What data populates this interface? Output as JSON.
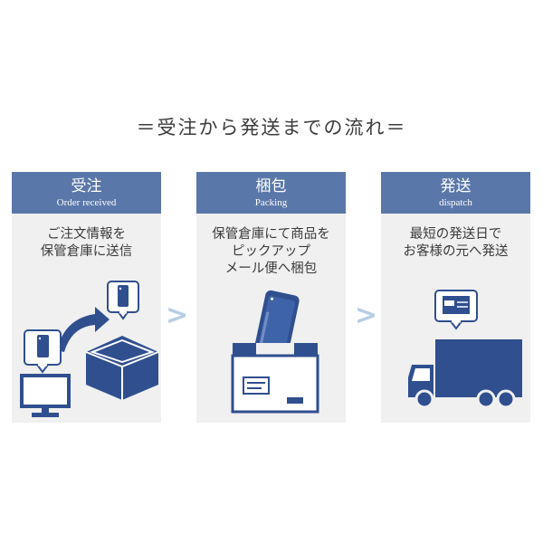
{
  "title": "＝受注から発送までの流れ＝",
  "steps": [
    {
      "name": "受注",
      "name_en": "Order received",
      "desc": [
        "ご注文情報を",
        "保管倉庫に送信"
      ]
    },
    {
      "name": "梱包",
      "name_en": "Packing",
      "desc": [
        "保管倉庫にて商品を",
        "ピックアップ",
        "メール便へ梱包"
      ]
    },
    {
      "name": "発送",
      "name_en": "dispatch",
      "desc": [
        "最短の発送日で",
        "お客様の元へ発送"
      ]
    }
  ],
  "arrows": [
    ">",
    ">"
  ],
  "colors": {
    "header": "#5a77a9",
    "icon": "#2f4f8f",
    "card_bg": "#f0f0f0",
    "arrow": "#b7cde6"
  },
  "icons": [
    "monitor-icon",
    "phone-icon",
    "box-icon",
    "package-icon",
    "truck-icon",
    "card-icon"
  ]
}
